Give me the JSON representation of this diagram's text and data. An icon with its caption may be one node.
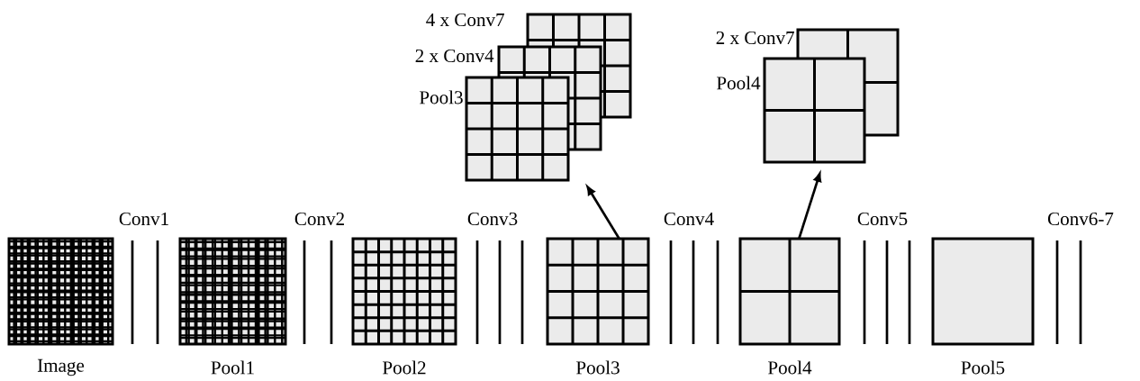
{
  "diagram": {
    "nodes": [
      {
        "text": [
          "Image"
        ]
      },
      {
        "text": [
          "Pool1"
        ]
      },
      {
        "text": [
          "Pool2"
        ]
      },
      {
        "text": [
          "Pool3"
        ]
      },
      {
        "text": [
          "Pool4"
        ]
      },
      {
        "text": [
          "Pool5"
        ]
      },
      {
        "text": [
          "4 x Conv7"
        ]
      },
      {
        "text": [
          "2 x Conv4"
        ]
      },
      {
        "text": [
          "Pool3"
        ]
      },
      {
        "text": [
          "2 x Conv7"
        ]
      },
      {
        "text": [
          "Pool4"
        ]
      }
    ],
    "edges": [
      {
        "from": 3,
        "to": 8,
        "arrow": "to"
      },
      {
        "from": 4,
        "to": 10,
        "arrow": "to"
      }
    ],
    "labels": [
      "Conv1",
      "Conv2",
      "Conv3",
      "Conv4",
      "Conv5",
      "Conv6-7"
    ]
  }
}
